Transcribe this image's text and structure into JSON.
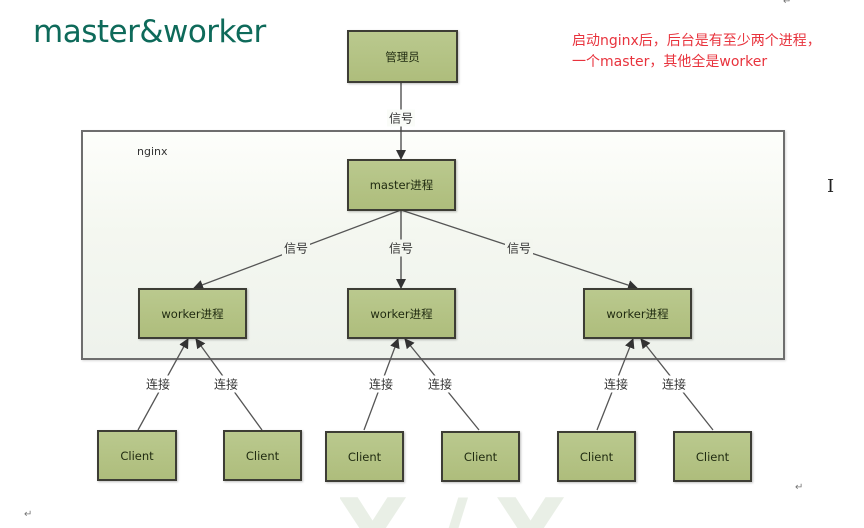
{
  "title": "master&worker",
  "note": {
    "line1": "启动nginx后，后台是有至少两个进程，",
    "line2": "一个master，其他全是worker",
    "color": "#e8333d"
  },
  "diagram": {
    "admin": "管理员",
    "admin_signal": "信号",
    "container_label": "nginx",
    "master": "master进程",
    "signals": [
      "信号",
      "信号",
      "信号"
    ],
    "workers": [
      "worker进程",
      "worker进程",
      "worker进程"
    ],
    "connections": [
      "连接",
      "连接",
      "连接",
      "连接",
      "连接",
      "连接"
    ],
    "clients": [
      "Client",
      "Client",
      "Client",
      "Client",
      "Client",
      "Client"
    ],
    "box_color": "#b4c385",
    "title_color": "#0e6a5a"
  },
  "watermark": "Y/Y",
  "marks": {
    "paragraph_mark": "↵",
    "text_cursor": "I"
  }
}
